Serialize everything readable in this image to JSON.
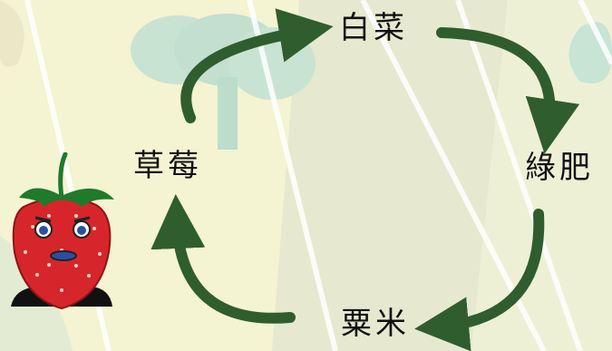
{
  "cycle": {
    "nodes": [
      "白菜",
      "綠肥",
      "粟米",
      "草莓"
    ]
  },
  "colors": {
    "arrow": "#2f5d2e",
    "background": "#f4f3d2",
    "strawberry": "#d6262b",
    "leaves": "#1f7a2b"
  },
  "icons": {
    "mascot": "strawberry-character-icon"
  }
}
